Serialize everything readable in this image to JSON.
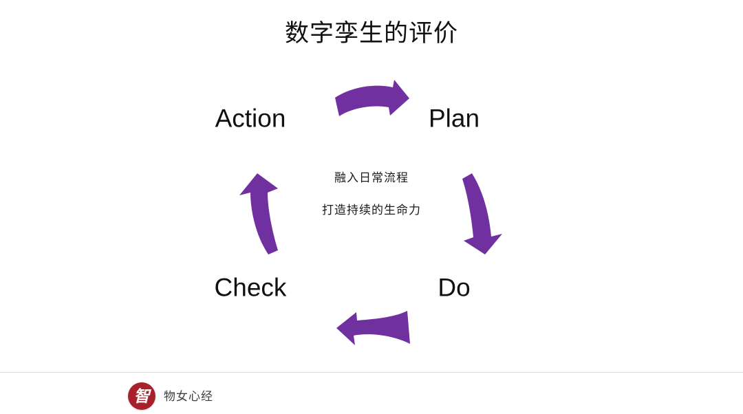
{
  "slide": {
    "title": "数字孪生的评价",
    "background_color": "#FFFFFF",
    "accent_color": "#7030A0",
    "title_color": "#111111"
  },
  "cycle": {
    "name": "PDCA cycle",
    "nodes": [
      {
        "id": "action",
        "label": "Action",
        "position": "top-left"
      },
      {
        "id": "plan",
        "label": "Plan",
        "position": "top-right"
      },
      {
        "id": "do",
        "label": "Do",
        "position": "bottom-right"
      },
      {
        "id": "check",
        "label": "Check",
        "position": "bottom-left"
      }
    ],
    "arrows": [
      {
        "id": "arrow-top",
        "from": "action",
        "to": "plan",
        "direction": "right",
        "color": "#7030A0"
      },
      {
        "id": "arrow-right",
        "from": "plan",
        "to": "do",
        "direction": "down",
        "color": "#7030A0"
      },
      {
        "id": "arrow-bottom",
        "from": "do",
        "to": "check",
        "direction": "left",
        "color": "#7030A0"
      },
      {
        "id": "arrow-left",
        "from": "check",
        "to": "action",
        "direction": "up",
        "color": "#7030A0"
      }
    ],
    "center_caption": [
      "融入日常流程",
      "打造持续的生命力"
    ]
  },
  "footer": {
    "logo_glyph": "智",
    "logo_color": "#A8202B",
    "brand_name": "物女心经",
    "rule_color": "#DCDCDC"
  }
}
